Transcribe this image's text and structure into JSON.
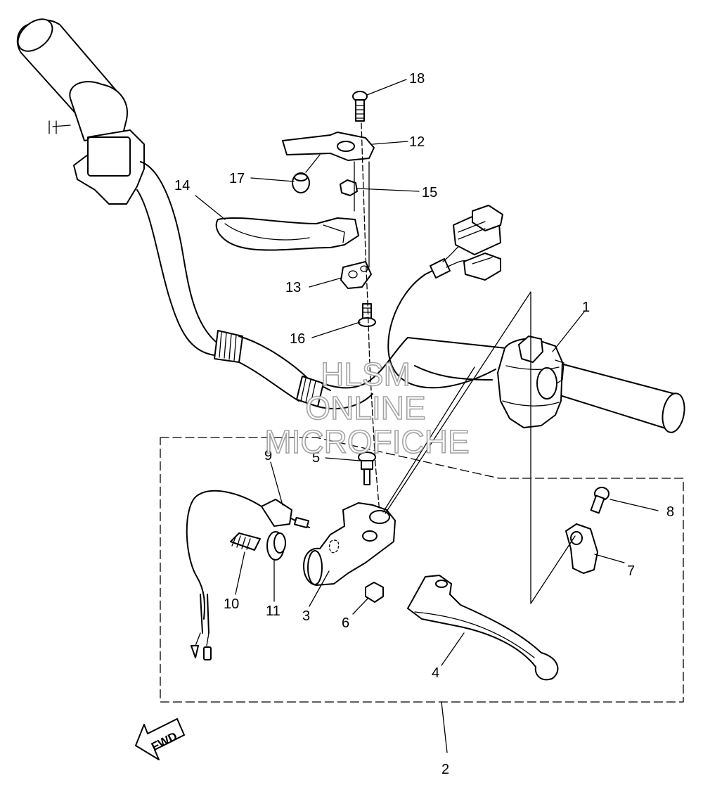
{
  "callouts": [
    {
      "id": "1",
      "text": "1"
    },
    {
      "id": "2",
      "text": "2"
    },
    {
      "id": "3",
      "text": "3"
    },
    {
      "id": "4",
      "text": "4"
    },
    {
      "id": "5",
      "text": "5"
    },
    {
      "id": "6",
      "text": "6"
    },
    {
      "id": "7",
      "text": "7"
    },
    {
      "id": "8",
      "text": "8"
    },
    {
      "id": "9",
      "text": "9"
    },
    {
      "id": "10",
      "text": "10"
    },
    {
      "id": "11",
      "text": "11"
    },
    {
      "id": "12",
      "text": "12"
    },
    {
      "id": "13",
      "text": "13"
    },
    {
      "id": "14",
      "text": "14"
    },
    {
      "id": "15",
      "text": "15"
    },
    {
      "id": "16",
      "text": "16"
    },
    {
      "id": "17",
      "text": "17"
    },
    {
      "id": "18",
      "text": "18"
    }
  ],
  "watermark": {
    "line1": "HLSM",
    "line2": "ONLINE",
    "line3": "MICROFICHE"
  },
  "direction_arrow": {
    "text": "FWD",
    "icon": "fwd-arrow-icon"
  }
}
